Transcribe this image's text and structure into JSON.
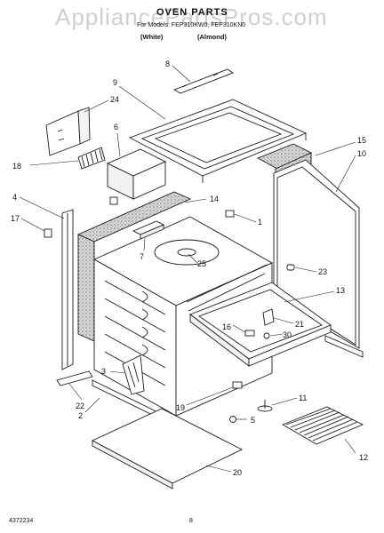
{
  "header": {
    "watermark": "AppliancePartsPros.com",
    "title": "OVEN PARTS",
    "subtitle": "For Models: FEP310KW0, FEP310KN0",
    "variant_left": "(White)",
    "variant_right": "(Almond)"
  },
  "callouts": [
    "8",
    "9",
    "24",
    "6",
    "15",
    "10",
    "18",
    "4",
    "14",
    "1",
    "17",
    "7",
    "25",
    "23",
    "13",
    "21",
    "16",
    "30",
    "3",
    "22",
    "2",
    "19",
    "11",
    "5",
    "12",
    "20"
  ],
  "footer": {
    "part_number": "4372234",
    "page_number": "8"
  },
  "colors": {
    "line": "#1a1a1a",
    "insulation": "#9a9a9a",
    "watermark": "#cfcfcf"
  }
}
